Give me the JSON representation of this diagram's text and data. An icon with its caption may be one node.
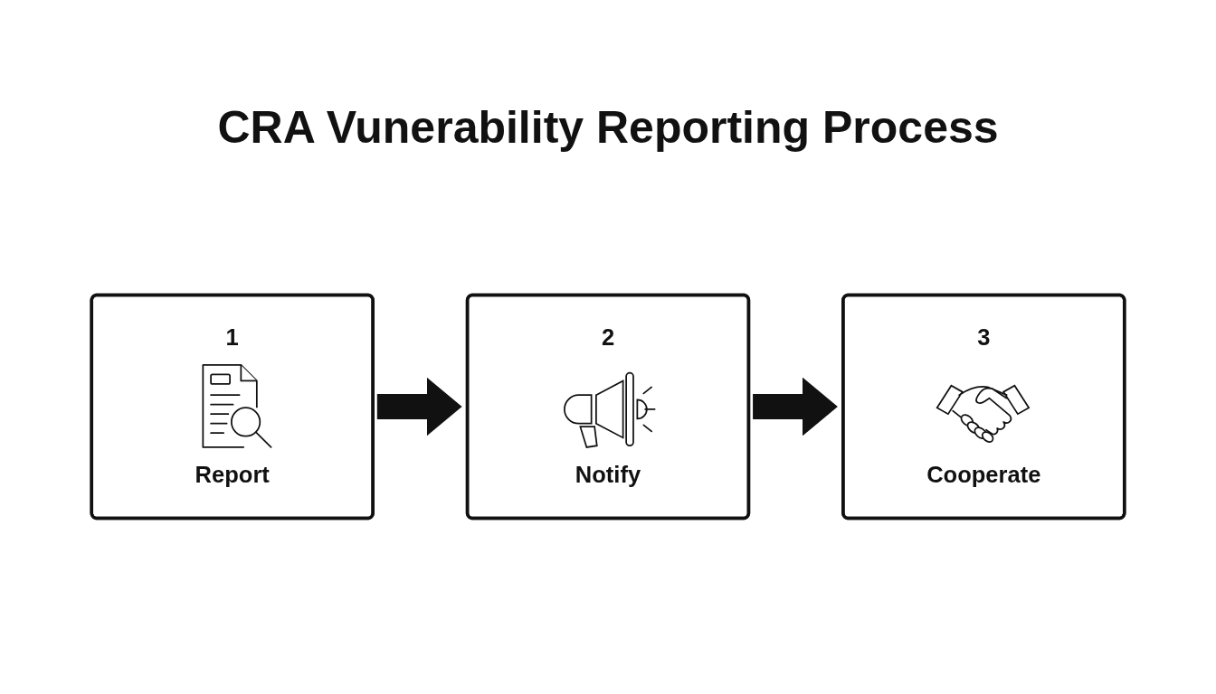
{
  "diagram": {
    "title": "CRA Vunerability Reporting Process",
    "nodes": [
      {
        "text": [
          "1",
          "Report"
        ]
      },
      {
        "text": [
          "2",
          "Notify"
        ]
      },
      {
        "text": [
          "3",
          "Cooperate"
        ]
      }
    ],
    "edges": [
      {
        "from": 0,
        "to": 1,
        "arrow": "to"
      },
      {
        "from": 1,
        "to": 2,
        "arrow": "to"
      }
    ]
  }
}
